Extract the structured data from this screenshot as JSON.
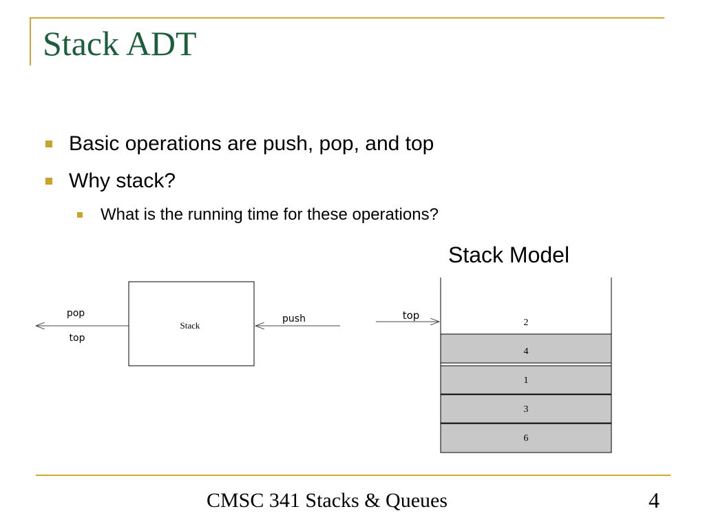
{
  "slide": {
    "title": "Stack ADT",
    "bullets": [
      {
        "text": "Basic operations are push, pop, and top"
      },
      {
        "text": "Why stack?"
      }
    ],
    "sub_bullets": [
      {
        "text": "What is the running time for these operations?"
      }
    ],
    "model_label": "Stack Model",
    "footer": "CMSC 341 Stacks & Queues",
    "page_number": "4"
  },
  "left_diagram": {
    "box_label": "Stack",
    "pop_label": "pop",
    "top_label": "top",
    "push_label": "push"
  },
  "right_diagram": {
    "top_label": "top",
    "cells": [
      "2",
      "4",
      "1",
      "3",
      "6"
    ]
  },
  "colors": {
    "title": "#1b5e3b",
    "accent_gold": "#d4a730",
    "bullet_gold": "#c9a227",
    "cell_fill": "#c8c8c8"
  }
}
